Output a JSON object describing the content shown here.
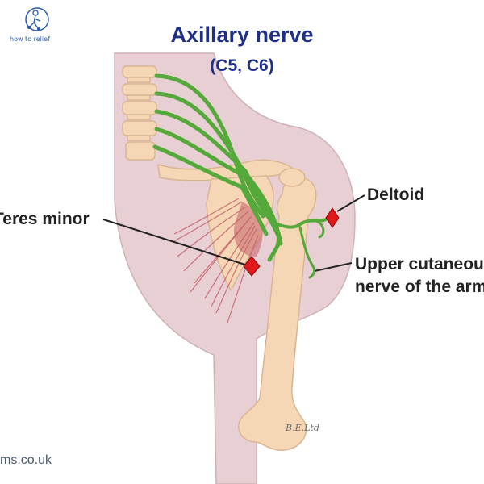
{
  "header": {
    "title": "Axillary nerve",
    "subtitle": "(C5, C6)"
  },
  "labels": {
    "teres_minor": "Teres minor",
    "deltoid": "Deltoid",
    "upper_cutaneous_line1": "Upper cutaneous",
    "upper_cutaneous_line2": "nerve of the arm"
  },
  "logo": {
    "text": "how to relief"
  },
  "watermark": "ms.co.uk",
  "signature": "B.E.Ltd",
  "colors": {
    "title": "#1f2e86",
    "nerve": "#55a83a",
    "marker": "#e0191b",
    "bone": "#f6d7b5",
    "skin": "#e8cfd3",
    "muscle": "#c4606a"
  }
}
